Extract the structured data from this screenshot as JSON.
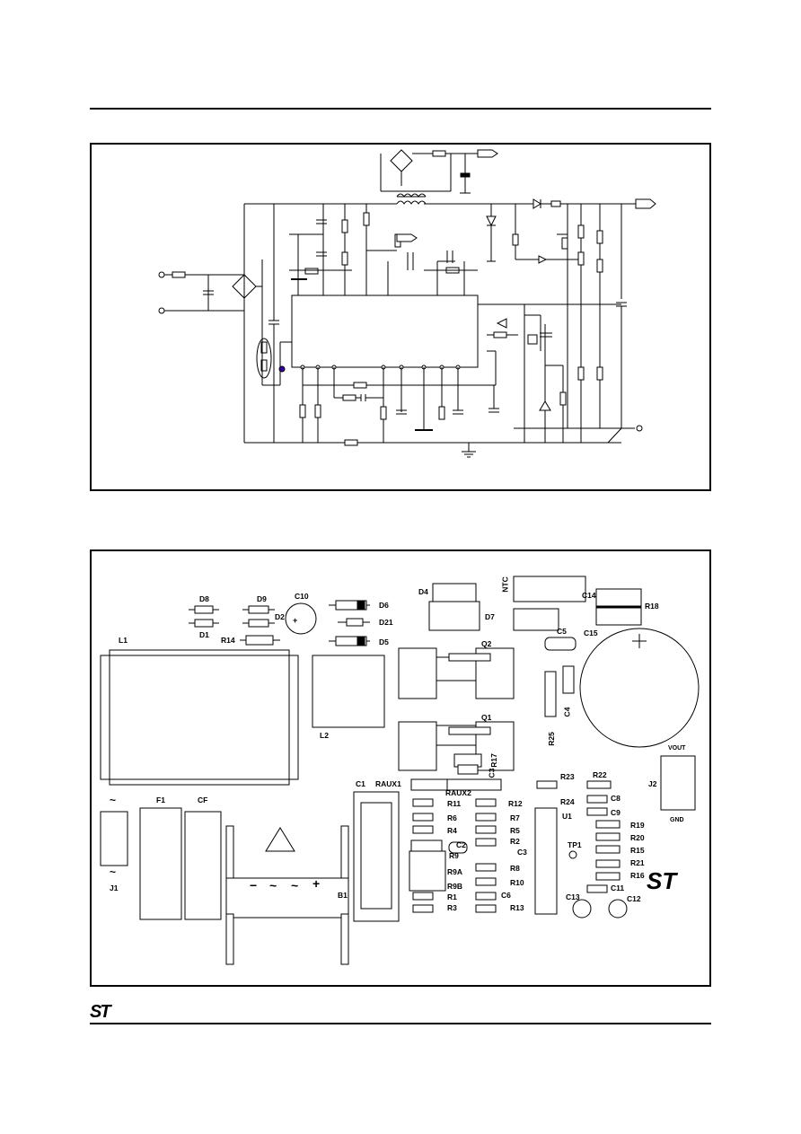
{
  "schematic": {
    "description_visible_text": []
  },
  "layout_board": {
    "labels": {
      "D8": "D8",
      "D9": "D9",
      "C10": "C10",
      "D6": "D6",
      "D1": "D1",
      "D2": "D2",
      "D21": "D21",
      "R14": "R14",
      "D5": "D5",
      "D4": "D4",
      "NTC": "NTC",
      "C14": "C14",
      "R18": "R18",
      "D7": "D7",
      "C5": "C5",
      "C15": "C15",
      "L1": "L1",
      "Q2": "Q2",
      "L2": "L2",
      "Q1": "Q1",
      "C4": "C4",
      "R25": "R25",
      "R17": "R17",
      "C3": "C3",
      "VOUT": "VOUT",
      "J2": "J2",
      "GND": "GND",
      "F1": "F1",
      "CF": "CF",
      "C1": "C1",
      "RAUX1": "RAUX1",
      "RAUX2": "RAUX2",
      "R23": "R23",
      "R22": "R22",
      "R11": "R11",
      "R12": "R12",
      "R24": "R24",
      "C8": "C8",
      "R6": "R6",
      "R7": "R7",
      "U1": "U1",
      "C9": "C9",
      "R4": "R4",
      "R5": "R5",
      "R19": "R19",
      "R20": "R20",
      "C2": "C2",
      "C3b": "C3",
      "R2": "R2",
      "TP1": "TP1",
      "R15": "R15",
      "R9": "R9",
      "R8": "R8",
      "R21": "R21",
      "R9A": "R9A",
      "R10": "R10",
      "R16": "R16",
      "R9B": "R9B",
      "C6": "C6",
      "C11": "C11",
      "R1": "R1",
      "B1": "B1",
      "C13": "C13",
      "C12": "C12",
      "R3": "R3",
      "R13": "R13",
      "J1": "J1",
      "bridge_minus": "−",
      "bridge_ac1": "~",
      "bridge_ac2": "~",
      "bridge_plus": "+",
      "ac_top": "~",
      "ac_bottom": "~",
      "cap_plus": "+"
    }
  },
  "footer": {
    "logo_text": "ST"
  }
}
